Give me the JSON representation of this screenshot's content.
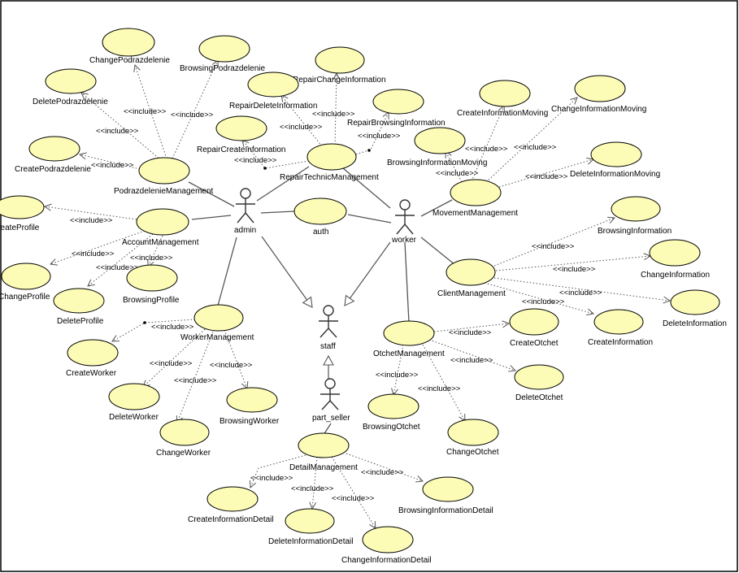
{
  "diagram": {
    "include_label": "<<include>>",
    "colors": {
      "use_case_fill": "#fdfcb6",
      "line": "#555555",
      "frame": "#000000"
    },
    "actors": {
      "admin": "admin",
      "worker": "worker",
      "staff": "staff",
      "part_seller": "part_seller"
    },
    "use_cases": {
      "ChangePodrazdelenie": "ChangePodrazdelenie",
      "BrowsingPodrazdelenie": "BrowsingPodrazdelenie",
      "DeletePodrazdelenie": "DeletePodrazdelenie",
      "CreatePodrazdelenie": "CreatePodrazdelenie",
      "PodrazdelenieManagement": "PodrazdelenieManagement",
      "CreateProfile": "CreateProfile",
      "AccountManagement": "AccountManagement",
      "ChangeProfile": "ChangeProfile",
      "DeleteProfile": "DeleteProfile",
      "BrowsingProfile": "BrowsingProfile",
      "WorkerManagement": "WorkerManagement",
      "CreateWorker": "CreateWorker",
      "DeleteWorker": "DeleteWorker",
      "ChangeWorker": "ChangeWorker",
      "BrowsingWorker": "BrowsingWorker",
      "auth": "auth",
      "RepairChangeInformation": "RepairChangeInformation",
      "RepairDeleteInformation": "RepairDeleteInformation",
      "RepairBrowsingInformation": "RepairBrowsingInformation",
      "RepairCreateInformation": "RepairCreateInformation",
      "RepairTechnicManagement": "RepairTechnicManagement",
      "CreateInformationMoving": "CreateInformationMoving",
      "ChangeInformationMoving": "ChangeInformationMoving",
      "BrowsingInformationMoving": "BrowsingInformationMoving",
      "DeleteInformationMoving": "DeleteInformationMoving",
      "MovementManagement": "MovementManagement",
      "BrowsingInformation": "BrowsingInformation",
      "ChangeInformation": "ChangeInformation",
      "DeleteInformation": "DeleteInformation",
      "CreateInformation": "CreateInformation",
      "ClientManagement": "ClientManagement",
      "CreateOtchet": "CreateOtchet",
      "DeleteOtchet": "DeleteOtchet",
      "OtchetManagement": "OtchetManagement",
      "BrowsingOtchet": "BrowsingOtchet",
      "ChangeOtchet": "ChangeOtchet",
      "DetailManagement": "DetailManagement",
      "CreateInformationDetail": "CreateInformationDetail",
      "DeleteInformationDetail": "DeleteInformationDetail",
      "ChangeInformationDetail": "ChangeInformationDetail",
      "BrowsingInformationDetail": "BrowsingInformationDetail"
    }
  }
}
